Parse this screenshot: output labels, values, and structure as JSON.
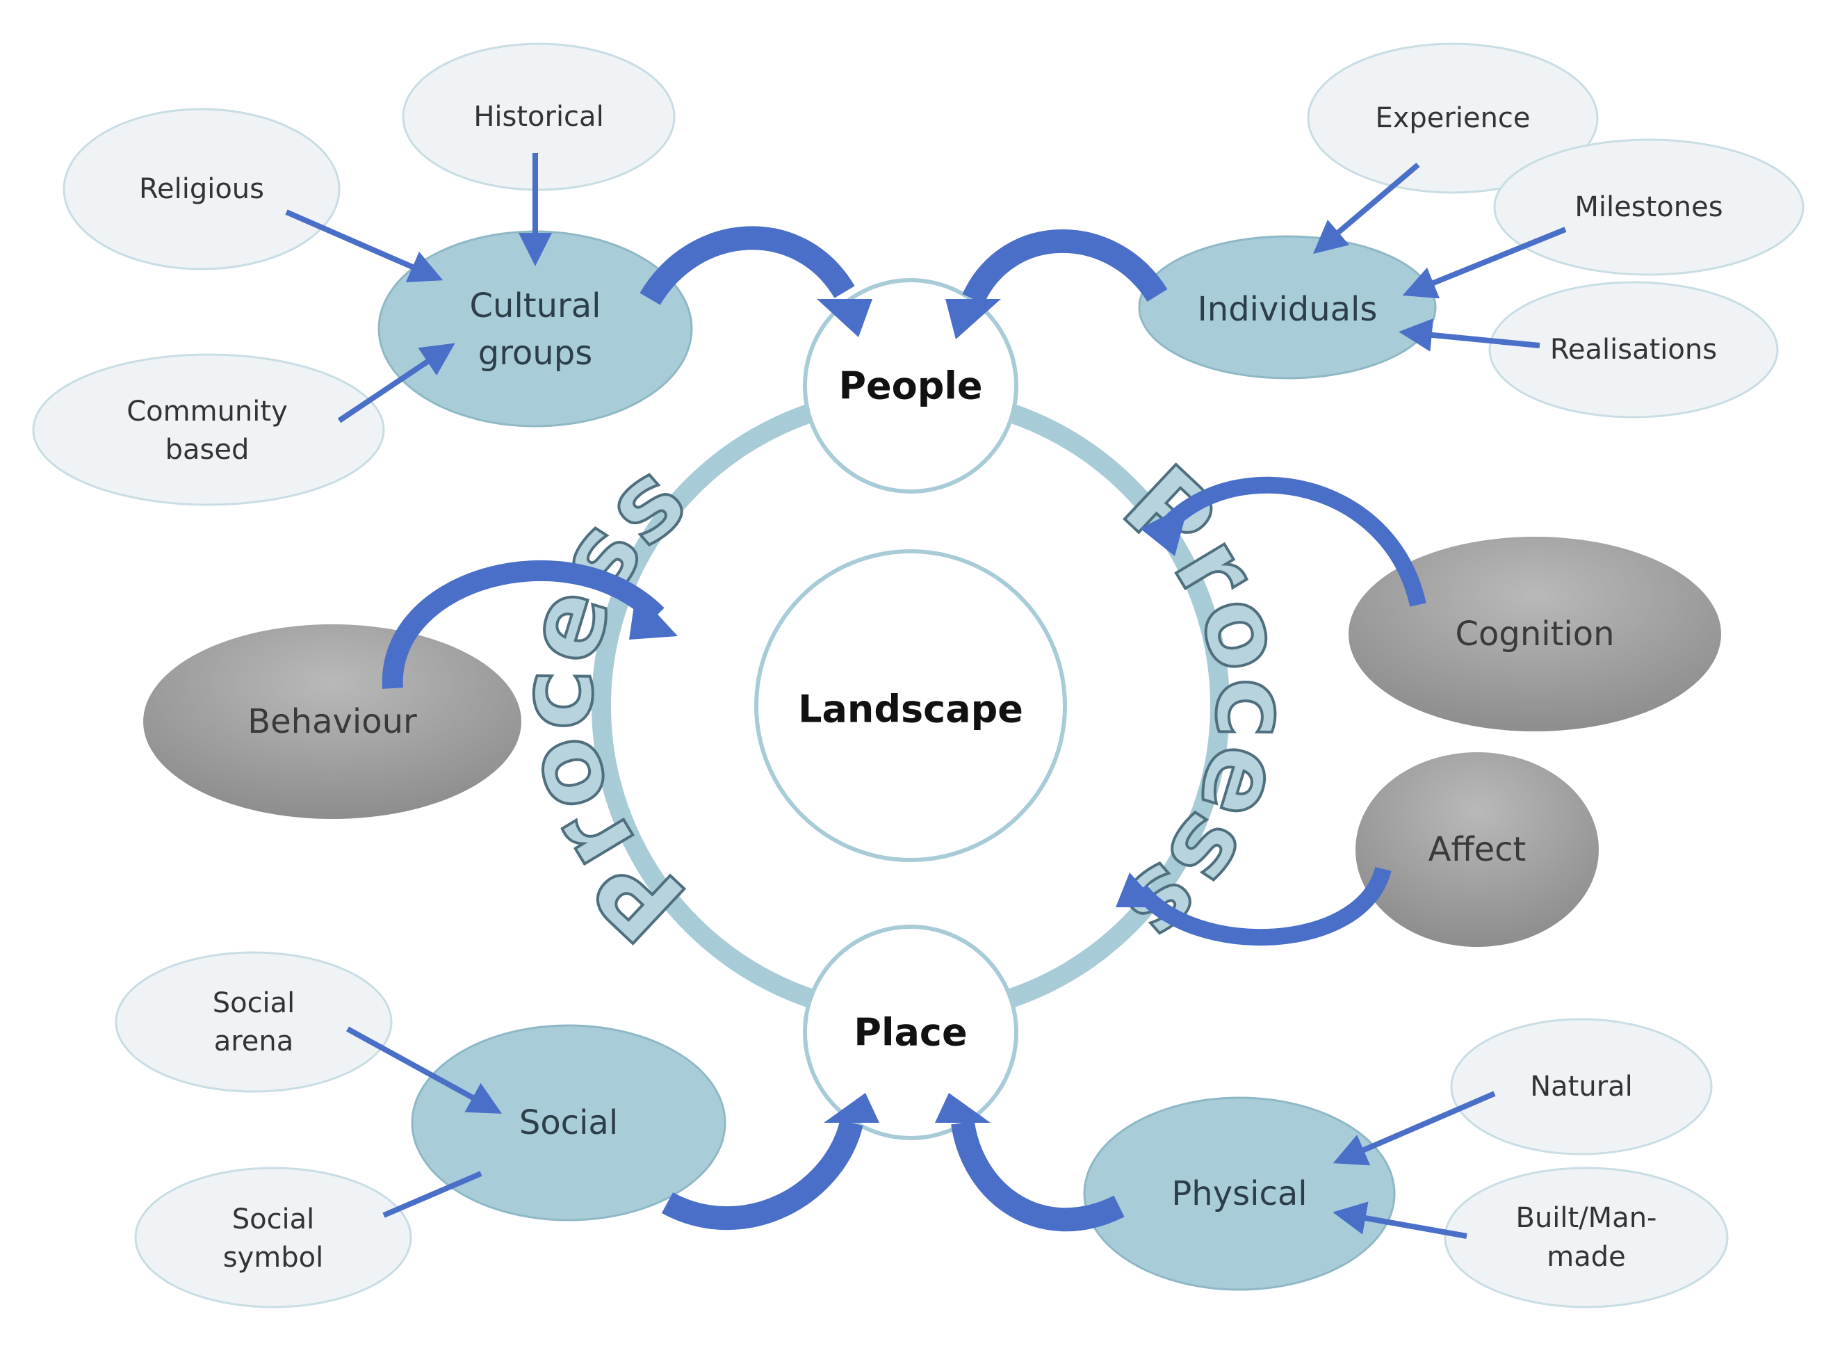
{
  "core": {
    "center": "Landscape",
    "top": "People",
    "bottom": "Place"
  },
  "process": {
    "left": "Process",
    "right": "Process"
  },
  "people_sources": {
    "cultural_groups": {
      "line1": "Cultural",
      "line2": "groups"
    },
    "individuals": "Individuals"
  },
  "place_sources": {
    "social": "Social",
    "physical": "Physical"
  },
  "process_factors": {
    "behaviour": "Behaviour",
    "cognition": "Cognition",
    "affect": "Affect"
  },
  "details": {
    "religious": "Religious",
    "historical": "Historical",
    "community_based": {
      "line1": "Community",
      "line2": "based"
    },
    "experience": "Experience",
    "milestones": "Milestones",
    "realisations": "Realisations",
    "social_arena": {
      "line1": "Social",
      "line2": "arena"
    },
    "social_symbol": {
      "line1": "Social",
      "line2": "symbol"
    },
    "natural": "Natural",
    "built_man_made": {
      "line1": "Built/Man-",
      "line2": "made"
    }
  },
  "colors": {
    "arrow": "#4a6fc9",
    "ring": "#a8ccd7",
    "teal_fill": "#a9cdd8",
    "pale_fill": "#f0f3f5",
    "grey_fill": "#9a9a9a"
  }
}
